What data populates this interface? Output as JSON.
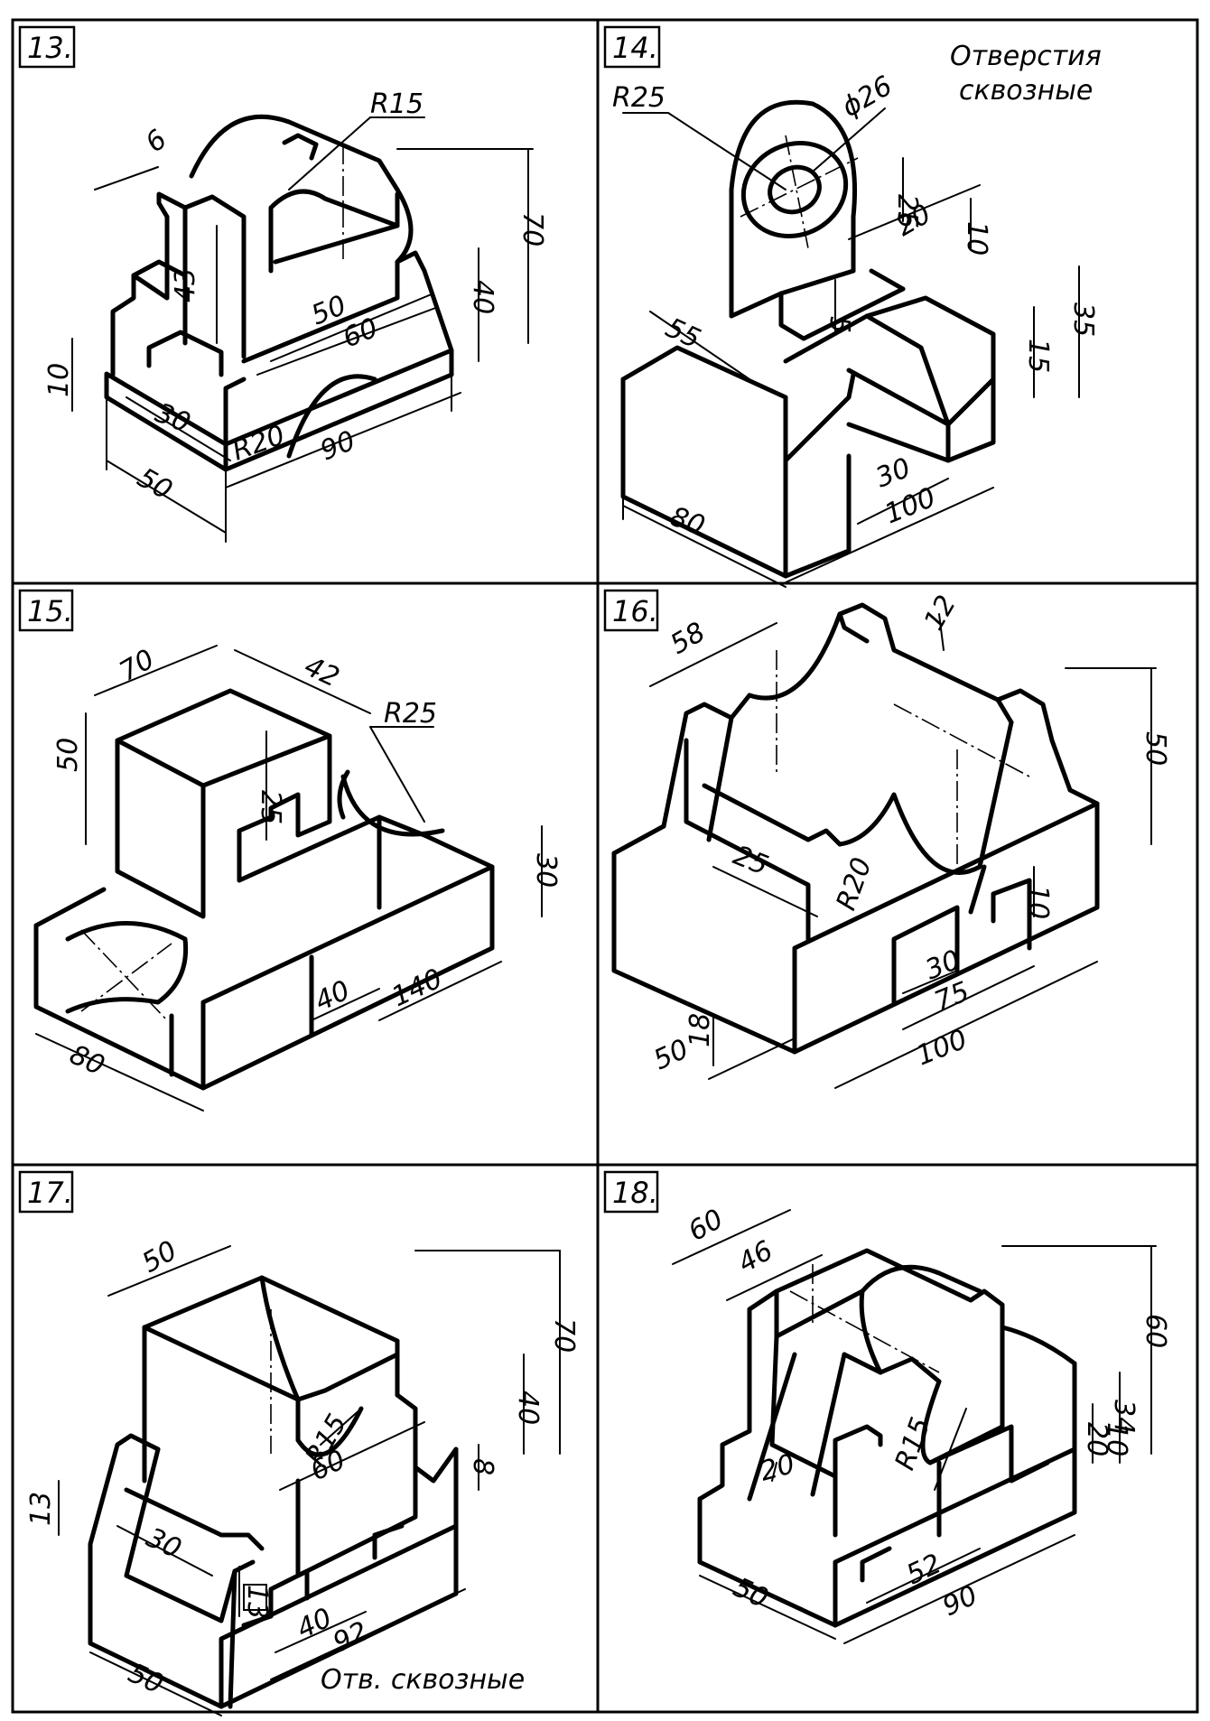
{
  "panels": [
    {
      "number": "13.",
      "dims": {
        "d6": "6",
        "r15": "R15",
        "d43": "43",
        "d70": "70",
        "d40": "40",
        "d50": "50",
        "d60": "60",
        "d10": "10",
        "d30": "30",
        "r20": "R20",
        "d90": "90",
        "d50b": "50"
      }
    },
    {
      "number": "14.",
      "note": [
        "Отверстия",
        "сквозные"
      ],
      "dims": {
        "r25": "R25",
        "phi26": "ϕ26",
        "d25": "25",
        "d20": "20",
        "d10": "10",
        "d55": "55",
        "d5": "5",
        "d35": "35",
        "d15": "15",
        "d80": "80",
        "d30": "30",
        "d100": "100"
      }
    },
    {
      "number": "15.",
      "dims": {
        "d70": "70",
        "d42": "42",
        "d50": "50",
        "r25": "R25",
        "d25": "25",
        "d30": "30",
        "d40": "40",
        "d140": "140",
        "d80": "80"
      }
    },
    {
      "number": "16.",
      "dims": {
        "d58": "58",
        "d12": "12",
        "d50": "50",
        "d25": "25",
        "r20": "R20",
        "d10": "10",
        "d30": "30",
        "d75": "75",
        "d18": "18",
        "d50b": "50",
        "d100": "100"
      }
    },
    {
      "number": "17.",
      "note": "Отв. сквозные",
      "dims": {
        "d50": "50",
        "d70": "70",
        "d40": "40",
        "r15": "R15",
        "d8": "8",
        "d60": "60",
        "d13": "13",
        "d30": "30",
        "d13b": "13",
        "d40b": "40",
        "d92": "92",
        "d50b": "50"
      }
    },
    {
      "number": "18.",
      "dims": {
        "d60": "60",
        "d46": "46",
        "d60v": "60",
        "r15": "R15",
        "d34": "34",
        "d20v": "20",
        "d20": "20",
        "d10": "10",
        "d50": "50",
        "d52": "52",
        "d90": "90"
      }
    }
  ]
}
